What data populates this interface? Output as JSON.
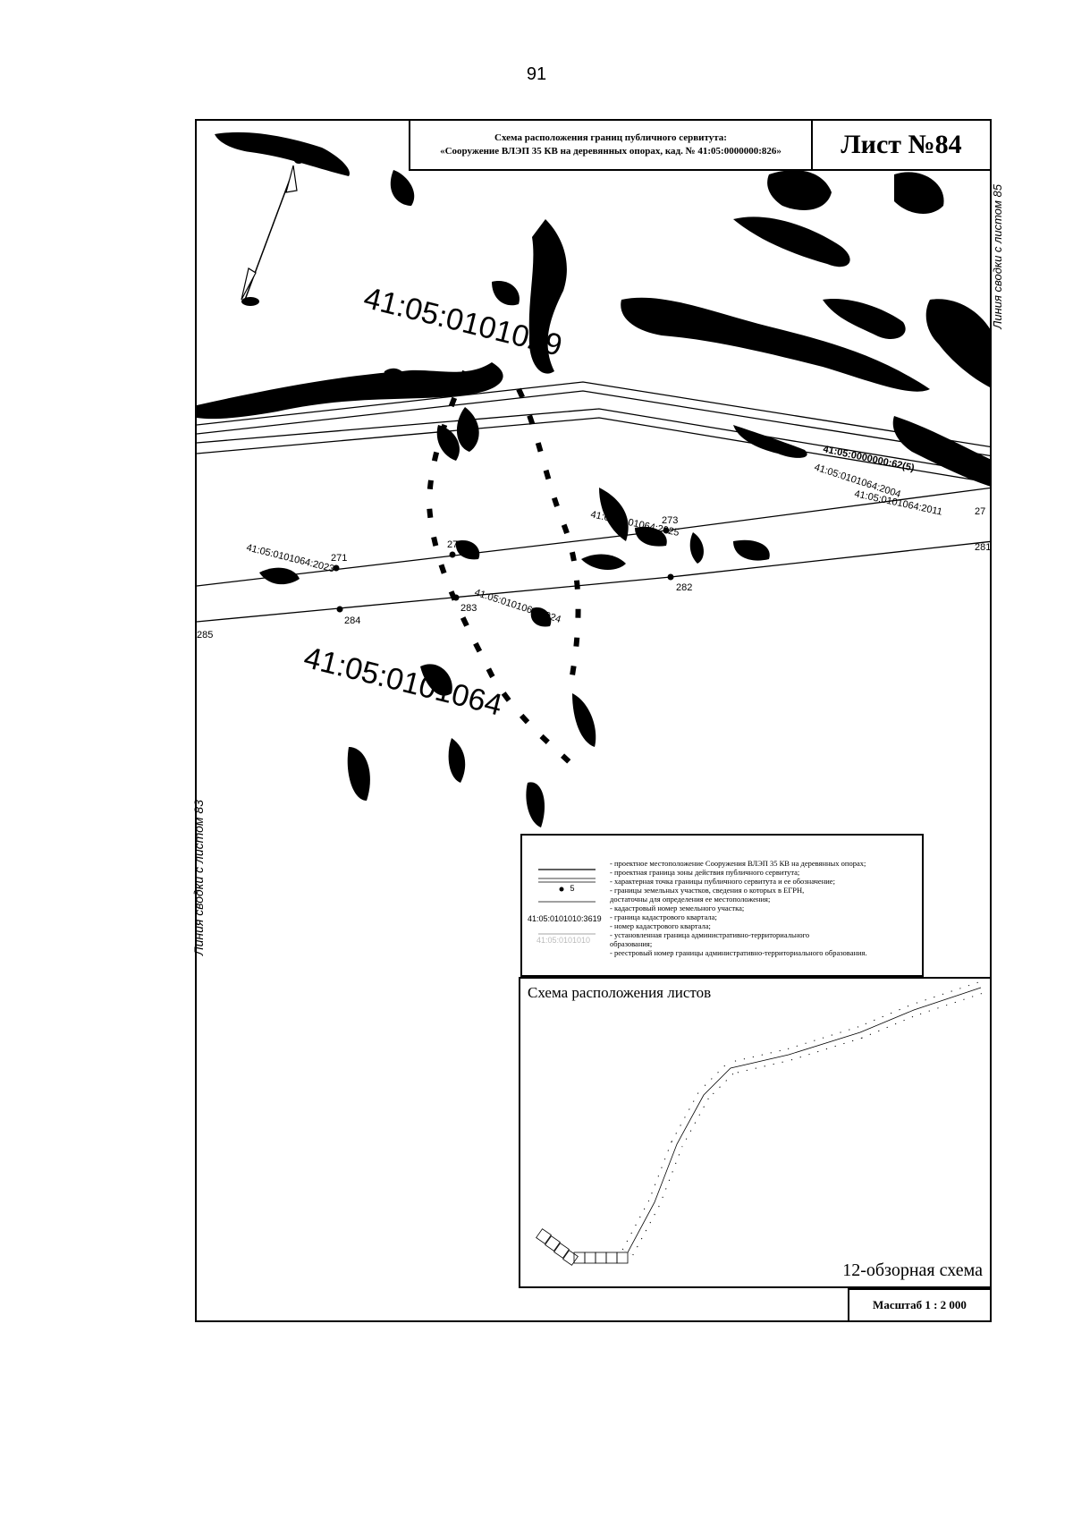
{
  "page_number": "91",
  "title": {
    "line1": "Схема расположения границ публичного сервитута:",
    "line2": "«Сооружение ВЛЭП 35 КВ на деревянных опорах, кад. № 41:05:0000000:826»"
  },
  "sheet": "Лист №84",
  "side_labels": {
    "left": "Линия сводки с листом 83",
    "right": "Линия сводки с листом 85"
  },
  "map": {
    "quarter_labels": [
      "41:05:0101029",
      "41:05:0101064"
    ],
    "parcel_labels": [
      "41:05:0000000:62(5)",
      "41:05:0101064:2004",
      "41:05:0101064:2011",
      "41:05:0101064:2025",
      "41:05:0101064:2023",
      "41:05:0101064:2024"
    ],
    "points": [
      "271",
      "272",
      "273",
      "27",
      "282",
      "283",
      "284",
      "281",
      "285"
    ]
  },
  "legend": {
    "items": [
      "- проектное местоположение Сооружения ВЛЭП 35 КВ на деревянных опорах;",
      "- проектная граница зоны действия публичного сервитута;",
      "- характерная точка границы публичного сервитута и ее обозначение;",
      "- границы земельных участков, сведения о которых в ЕГРН,",
      "  достаточны для определения ее местоположения;",
      "- кадастровый номер земельного участка;",
      "- граница кадастрового квартала;",
      "- номер кадастрового квартала;",
      "- установленная граница административно-территориального",
      "  образования;",
      "- реестровый номер границы административно-территориального образования."
    ],
    "point_symbol": "5",
    "parcel_symbol": "41:05:0101010:3619",
    "quarter_symbol": "41:05:0101010"
  },
  "overview": {
    "title": "Схема расположения листов",
    "caption": "12-обзорная схема"
  },
  "scale": "Масштаб 1 : 2 000"
}
